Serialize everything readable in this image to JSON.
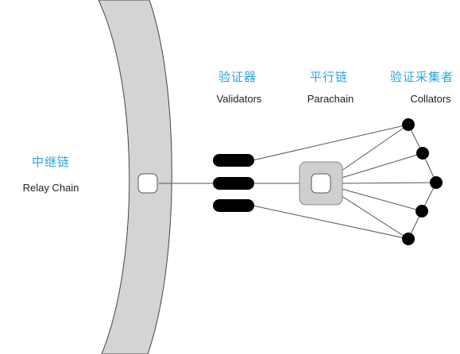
{
  "labels": {
    "relay_chain_zh": "中继链",
    "relay_chain_en": "Relay Chain",
    "validators_zh": "验证器",
    "validators_en": "Validators",
    "parachain_zh": "平行链",
    "parachain_en": "Parachain",
    "collators_zh": "验证采集者",
    "collators_en": "Collators"
  },
  "colors": {
    "label_zh": "#2aa5dc",
    "label_en": "#222222",
    "relay_band": "#d4d4d4",
    "parachain_box": "#cfcfcf",
    "node": "#000000",
    "line": "#555555"
  },
  "counts": {
    "validators": 3,
    "collators": 5
  }
}
